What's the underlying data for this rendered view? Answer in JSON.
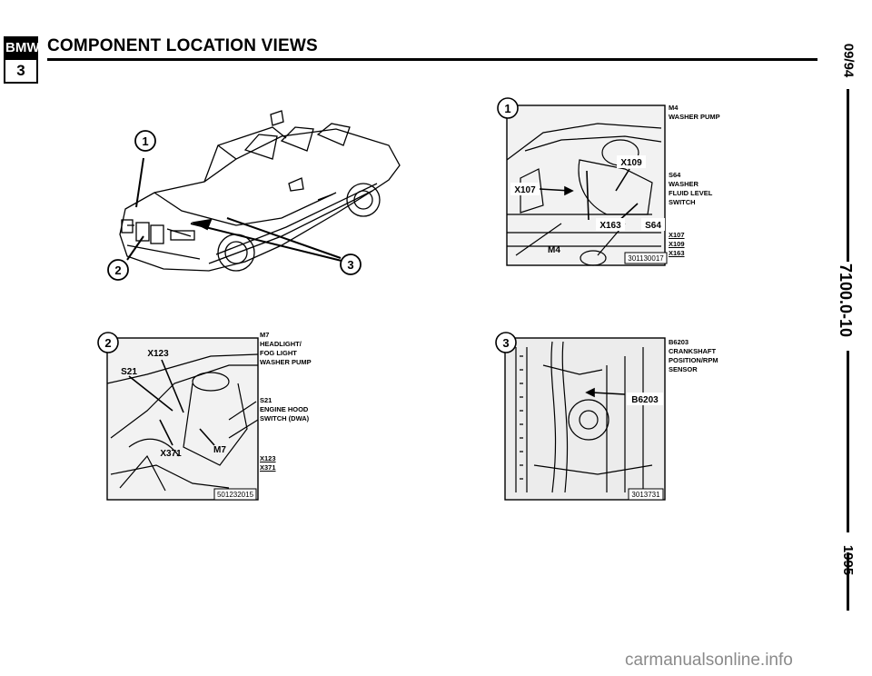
{
  "header": {
    "logo_brand": "BMW",
    "logo_series": "3",
    "title": "COMPONENT LOCATION VIEWS"
  },
  "side": {
    "date": "09/94",
    "section": "7100.0-10",
    "year": "1995"
  },
  "car_view": {
    "callouts": [
      "1",
      "2",
      "3"
    ]
  },
  "panel1": {
    "number": "1",
    "image_labels": [
      "X109",
      "X107",
      "X163",
      "S64",
      "M4"
    ],
    "photo_id": "301130017",
    "legend": [
      {
        "line1": "M4",
        "line2": "WASHER PUMP",
        "line3": "",
        "line4": ""
      },
      {
        "line1": "S64",
        "line2": "WASHER",
        "line3": "FLUID LEVEL",
        "line4": "SWITCH"
      }
    ],
    "connectors": [
      "X107",
      "X109",
      "X163"
    ]
  },
  "panel2": {
    "number": "2",
    "image_labels": [
      "X123",
      "S21",
      "X371",
      "M7"
    ],
    "photo_id": "501232015",
    "legend": [
      {
        "line1": "M7",
        "line2": "HEADLIGHT/",
        "line3": "FOG LIGHT",
        "line4": "WASHER PUMP"
      },
      {
        "line1": "S21",
        "line2": "ENGINE HOOD",
        "line3": "SWITCH (DWA)",
        "line4": ""
      }
    ],
    "connectors": [
      "X123",
      "X371"
    ]
  },
  "panel3": {
    "number": "3",
    "image_labels": [
      "B6203"
    ],
    "photo_id": "3013731",
    "legend": [
      {
        "line1": "B6203",
        "line2": "CRANKSHAFT",
        "line3": "POSITION/RPM",
        "line4": "SENSOR"
      }
    ]
  },
  "footer": {
    "watermark": "carmanualsonline.info"
  }
}
